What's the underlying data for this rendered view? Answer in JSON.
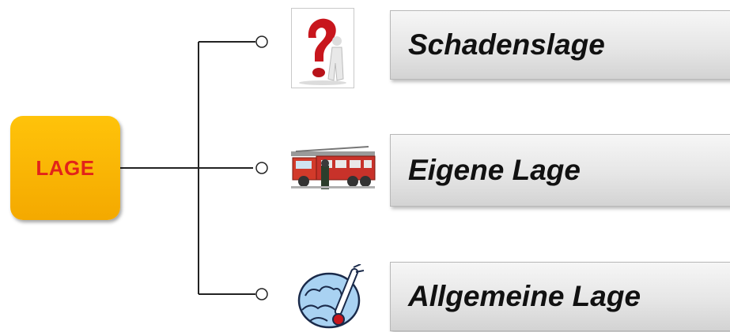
{
  "root": {
    "label": "LAGE"
  },
  "branches": [
    {
      "label": "Schadenslage",
      "icon": "question-mark-icon"
    },
    {
      "label": "Eigene Lage",
      "icon": "fire-truck-icon"
    },
    {
      "label": "Allgemeine Lage",
      "icon": "weather-thermometer-icon"
    }
  ],
  "colors": {
    "root_fill": "#f7b500",
    "root_text": "#e2231a",
    "connector": "#222222"
  }
}
